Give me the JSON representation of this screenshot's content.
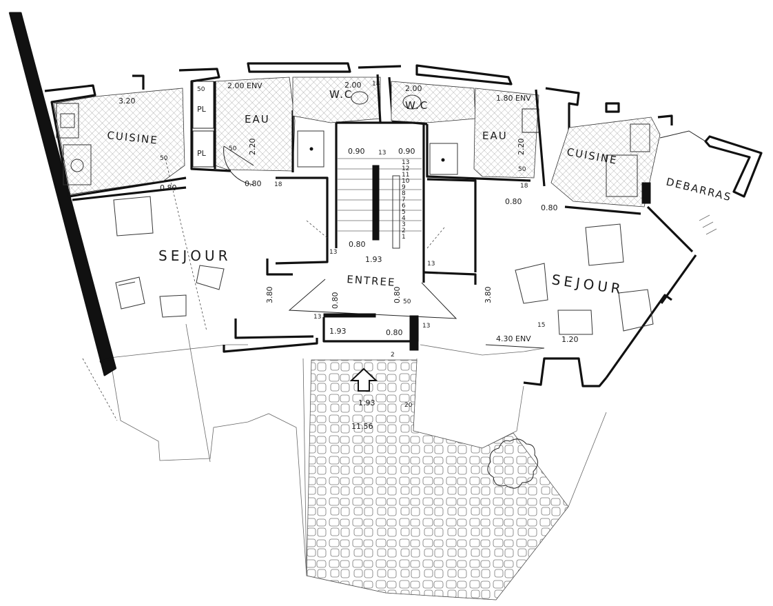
{
  "rooms": {
    "cuisine_left": "CUISINE",
    "eau_left": "EAU",
    "wc_left": "W.C",
    "pl_top": "PL",
    "pl_bottom": "PL",
    "sejour_left": "SEJOUR",
    "entree": "ENTREE",
    "wc_right": "W.C",
    "eau_right": "EAU",
    "cuisine_right": "CUISINE",
    "debarras": "DEBARRAS",
    "sejour_right": "SEJOUR"
  },
  "dimensions": {
    "d_320": "3.20",
    "d_200env_left": "2.00 ENV",
    "d_200_wc": "2.00",
    "d_18_top": "18",
    "d_200_right": "2.00",
    "d_180env": "1.80 ENV",
    "d_50_pl": "50",
    "d_220_left": "2.20",
    "d_50_left": "50",
    "d_50_kitchen": "50",
    "d_080_kitchen_left": "0.80",
    "d_080_sejour_left": "0.80",
    "d_18_left": "18",
    "d_090_a": "0.90",
    "d_090_b": "0.90",
    "d_13_stair": "13",
    "d_220_right": "2.20",
    "d_080_right_a": "0.80",
    "d_080_right_b": "0.80",
    "d_50_right": "50",
    "d_18_right": "18",
    "d_080_stair": "0.80",
    "d_193_stair": "1.93",
    "d_13_entree_l": "13",
    "d_13_entree_r": "13",
    "d_380_left": "3.80",
    "d_080_entree_l": "0.80",
    "d_080_entree_r": "0.80",
    "d_50_entree": "50",
    "d_380_right": "3.80",
    "d_15": "15",
    "d_120": "1.20",
    "d_430env": "4.30 ENV",
    "d_193_hall": "1.93",
    "d_080_hall": "0.80",
    "d_13_hall_l": "13",
    "d_13_hall_r": "13",
    "d_2": "2",
    "d_193_path": "1.93",
    "d_20": "20",
    "d_1156": "11.56"
  },
  "stair_steps": [
    "1",
    "2",
    "3",
    "4",
    "5",
    "6",
    "7",
    "8",
    "9",
    "10",
    "11",
    "12",
    "13"
  ]
}
